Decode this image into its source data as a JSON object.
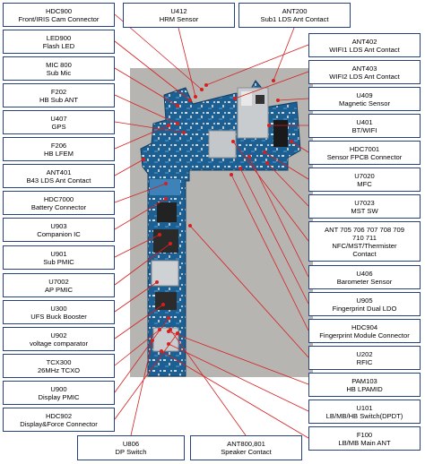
{
  "components": [
    {
      "id": "hdc900",
      "lines": [
        "HDC900",
        "Front/IRIS Cam Connector"
      ]
    },
    {
      "id": "led900",
      "lines": [
        "LED900",
        "Flash LED"
      ]
    },
    {
      "id": "mic800",
      "lines": [
        "MIC 800",
        "Sub Mic"
      ]
    },
    {
      "id": "f202",
      "lines": [
        "F202",
        "HB Sub ANT"
      ]
    },
    {
      "id": "u407",
      "lines": [
        "U407",
        "GPS"
      ]
    },
    {
      "id": "f206",
      "lines": [
        "F206",
        "HB LFEM"
      ]
    },
    {
      "id": "ant401",
      "lines": [
        "ANT401",
        "B43 LDS Ant Contact"
      ]
    },
    {
      "id": "hdc7000",
      "lines": [
        "HDC7000",
        "Battery Connector"
      ]
    },
    {
      "id": "u903",
      "lines": [
        "U903",
        "Companion IC"
      ]
    },
    {
      "id": "u901",
      "lines": [
        "U901",
        "Sub PMIC"
      ]
    },
    {
      "id": "u7002",
      "lines": [
        "U7002",
        "AP PMIC"
      ]
    },
    {
      "id": "u300",
      "lines": [
        "U300",
        "UFS Buck Booster"
      ]
    },
    {
      "id": "u902",
      "lines": [
        "U902",
        "voltage comparator"
      ]
    },
    {
      "id": "tcx300",
      "lines": [
        "TCX300",
        "26MHz TCXO"
      ]
    },
    {
      "id": "u900",
      "lines": [
        "U900",
        "Display PMIC"
      ]
    },
    {
      "id": "hdc902",
      "lines": [
        "HDC902",
        "Display&Force Connector"
      ]
    },
    {
      "id": "u412",
      "lines": [
        "U412",
        "HRM Sensor"
      ]
    },
    {
      "id": "ant200",
      "lines": [
        "ANT200",
        "Sub1 LDS Ant Contact"
      ]
    },
    {
      "id": "ant402",
      "lines": [
        "ANT402",
        "WIFI1 LDS Ant Contact"
      ]
    },
    {
      "id": "ant403",
      "lines": [
        "ANT403",
        "WIFI2 LDS Ant Contact"
      ]
    },
    {
      "id": "u409",
      "lines": [
        "U409",
        "Magnetic Sensor"
      ]
    },
    {
      "id": "u401",
      "lines": [
        "U401",
        "BT/WIFI"
      ]
    },
    {
      "id": "hdc7001",
      "lines": [
        "HDC7001",
        "Sensor FPCB Connector"
      ]
    },
    {
      "id": "u7020",
      "lines": [
        "U7020",
        "MFC"
      ]
    },
    {
      "id": "u7023",
      "lines": [
        "U7023",
        "MST SW"
      ]
    },
    {
      "id": "ant705",
      "lines": [
        "ANT 705 706 707 708 709",
        "710 711",
        "NFC/MST/Thermister",
        "Contact"
      ]
    },
    {
      "id": "u406",
      "lines": [
        "U406",
        "Barometer Sensor"
      ]
    },
    {
      "id": "u905",
      "lines": [
        "U905",
        "Fingerprint Dual LDO"
      ]
    },
    {
      "id": "hdc904",
      "lines": [
        "HDC904",
        "Fingerprint Module Connector"
      ]
    },
    {
      "id": "u202",
      "lines": [
        "U202",
        "RFIC"
      ]
    },
    {
      "id": "pam103",
      "lines": [
        "PAM103",
        "HB LPAMID"
      ]
    },
    {
      "id": "u101",
      "lines": [
        "U101",
        "LB/MB/HB Switch(DPDT)"
      ]
    },
    {
      "id": "f100",
      "lines": [
        "F100",
        "LB/MB Main ANT"
      ]
    },
    {
      "id": "u806",
      "lines": [
        "U806",
        "DP Switch"
      ]
    },
    {
      "id": "ant800",
      "lines": [
        "ANT800,801",
        "Speaker Contact"
      ]
    }
  ],
  "colors": {
    "border": "#27407e",
    "pcb": "#1a5c8c",
    "leader": "#d62020",
    "background": "#b7b5b2"
  }
}
